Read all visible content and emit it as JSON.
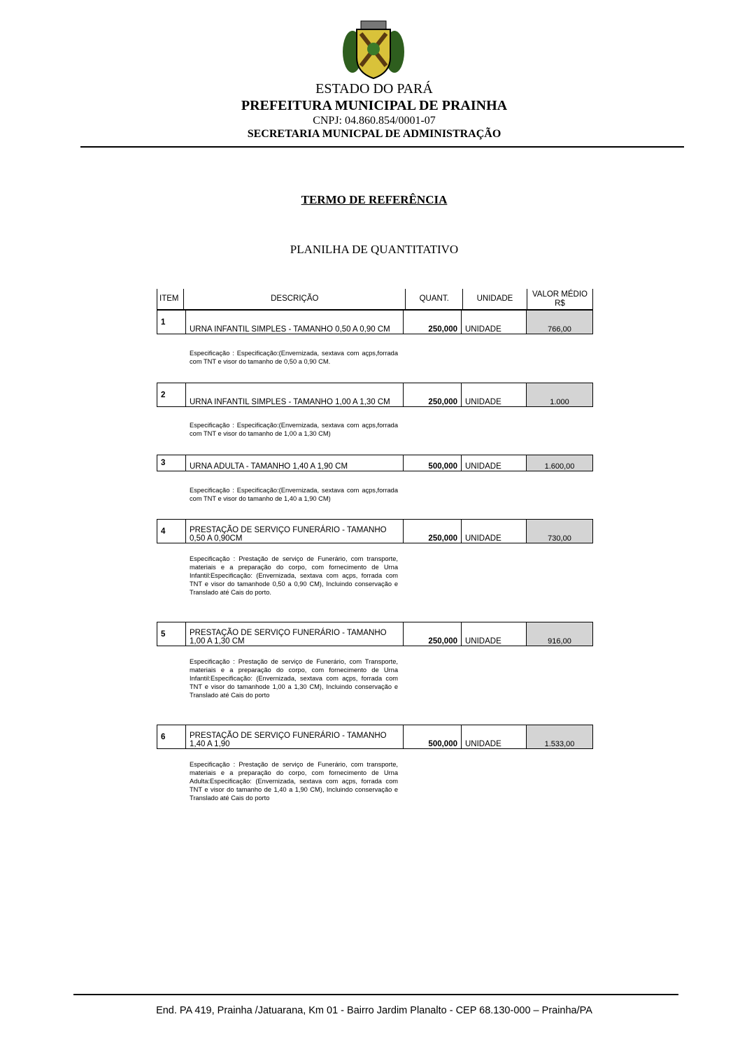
{
  "header": {
    "state": "ESTADO DO PARÁ",
    "prefecture": "PREFEITURA MUNICIPAL DE PRAINHA",
    "cnpj": "CNPJ: 04.860.854/0001-07",
    "secretariat": "SECRETARIA MUNICPAL DE ADMINISTRAÇÃO"
  },
  "title": "TERMO DE REFERÊNCIA",
  "subtitle": "PLANILHA DE QUANTITATIVO",
  "table": {
    "columns": [
      "ITEM",
      "DESCRIÇÃO",
      "QUANT.",
      "UNIDADE",
      "VALOR MÉDIO R$"
    ],
    "rows": [
      {
        "item": "1",
        "description": "URNA INFANTIL SIMPLES - TAMANHO 0,50 A 0,90 CM",
        "quantity": "250,000",
        "unit": "UNIDADE",
        "value": "766,00",
        "spec": "Especificação : Especificação:(Envernizada, sextava com açps,forrada com TNT e visor do tamanho de 0,50 a 0,90 CM."
      },
      {
        "item": "2",
        "description": "URNA INFANTIL SIMPLES - TAMANHO 1,00 A 1,30 CM",
        "quantity": "250,000",
        "unit": "UNIDADE",
        "value": "1.000",
        "spec": "Especificação : Especificação:(Envernizada, sextava com açps,forrada com TNT e visor do tamanho de 1,00 a 1,30 CM)"
      },
      {
        "item": "3",
        "description": "URNA ADULTA - TAMANHO 1,40 A 1,90 CM",
        "quantity": "500,000",
        "unit": "UNIDADE",
        "value": "1.600,00",
        "spec": "Especificação : Especificação:(Envernizada, sextava com açps,forrada com TNT e visor do tamanho de 1,40 a 1,90 CM)"
      },
      {
        "item": "4",
        "description": "PRESTAÇÃO DE SERVIÇO FUNERÁRIO - TAMANHO 0,50 A 0,90CM",
        "quantity": "250,000",
        "unit": "UNIDADE",
        "value": "730,00",
        "spec": "Especificação : Prestação de serviço de Funerário, com transporte, materiais e a preparação do corpo, com fornecimento de Urna Infantil:Especificação: (Envernizada, sextava com açps, forrada com TNT e visor do tamanhode 0,50 a 0,90 CM), Incluindo conservação e Translado até Cais do porto."
      },
      {
        "item": "5",
        "description": "PRESTAÇÃO DE SERVIÇO FUNERÁRIO - TAMANHO 1,00 A 1,30 CM",
        "quantity": "250,000",
        "unit": "UNIDADE",
        "value": "916,00",
        "spec": "Especificação : Prestação de serviço de Funerário, com Transporte, materiais e a preparação do corpo, com fornecimento de Urna Infantil:Especificação: (Envernizada, sextava com açps, forrada com TNT e visor do tamanhode 1,00 a 1,30 CM), Incluindo conservação e Translado até Cais do porto"
      },
      {
        "item": "6",
        "description": "PRESTAÇÃO DE SERVIÇO FUNERÁRIO - TAMANHO 1,40 A 1,90",
        "quantity": "500,000",
        "unit": "UNIDADE",
        "value": "1.533,00",
        "spec": "Especificação : Prestação de serviço de Funerário, com transporte, materiais e a preparação do corpo, com fornecimento de Urna Adulta:Especificação: (Envernizada, sextava com açps, forrada com TNT e visor do tamanho de 1,40 a 1,90 CM), Incluindo conservação e Translado até Cais do porto"
      }
    ]
  },
  "footer": "End. PA 419, Prainha /Jatuarana, Km 01 - Bairro Jardim Planalto - CEP 68.130-000 – Prainha/PA"
}
